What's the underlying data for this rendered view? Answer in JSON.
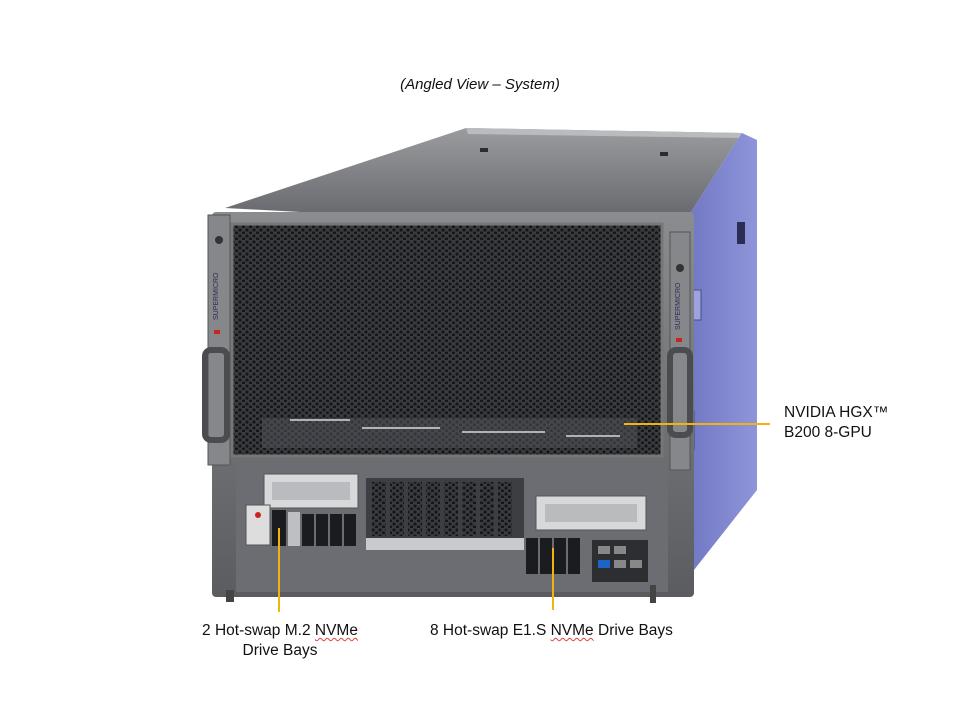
{
  "caption": "(Angled View – System)",
  "callouts": {
    "gpu": {
      "line1": "NVIDIA HGX™",
      "line2": "B200 8-GPU"
    },
    "m2": {
      "line1_pre": "2 Hot-swap M.2 ",
      "line1_squig": "NVMe",
      "line2": "Drive Bays"
    },
    "e1s": {
      "text_pre": "8 Hot-swap E1.S ",
      "text_squig": "NVMe",
      "text_post": " Drive Bays"
    }
  },
  "brand_text": "SUPERMICRO",
  "colors": {
    "callout_line": "#f2b20f",
    "chassis_side": "#7b82c9",
    "chassis_top": "#6e7176",
    "mesh": "#2a2b2e"
  }
}
